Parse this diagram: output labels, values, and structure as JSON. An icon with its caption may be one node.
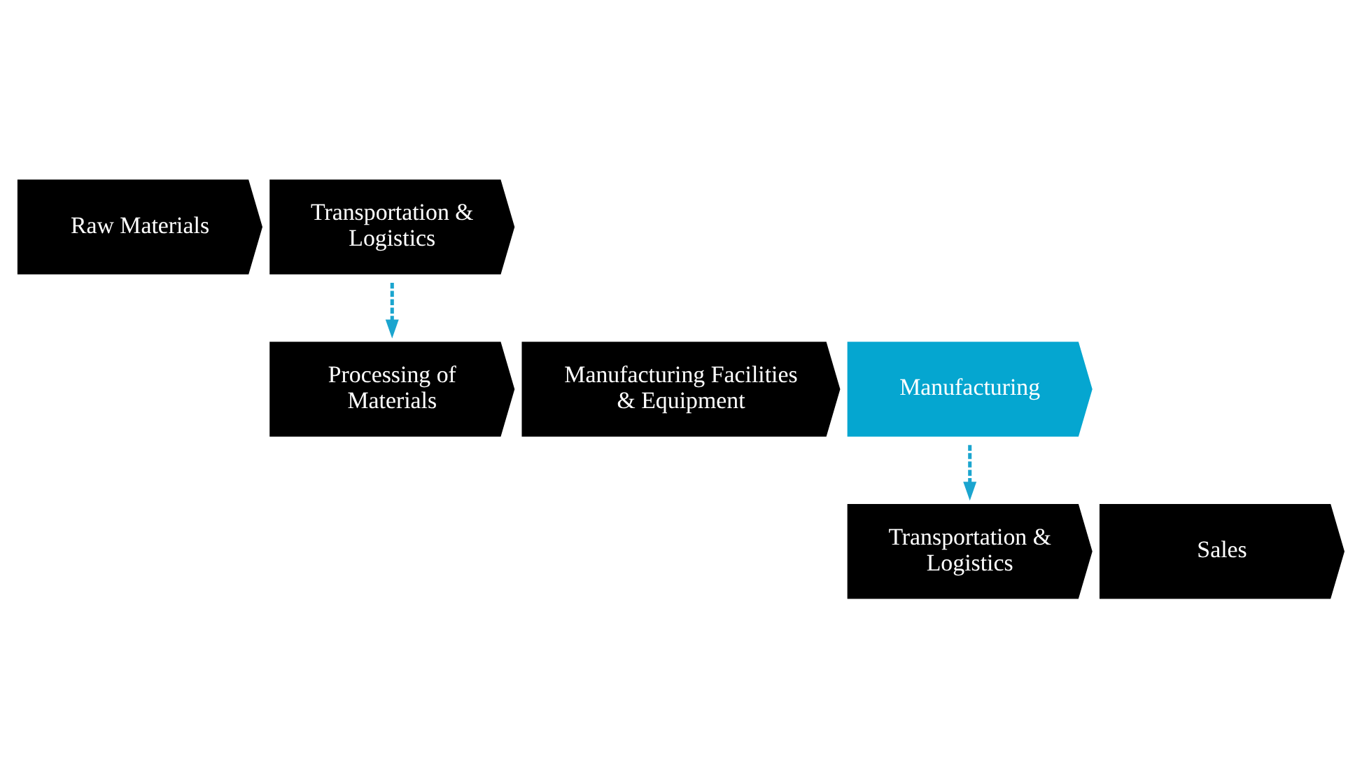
{
  "diagram": {
    "nodes": [
      {
        "text": [
          "Raw Materials"
        ]
      },
      {
        "text": [
          "Transportation & Logistics"
        ]
      },
      {
        "text": [
          "Processing of Materials"
        ]
      },
      {
        "text": [
          "Manufacturing Facilities & Equipment"
        ]
      },
      {
        "text": [
          "Manufacturing"
        ]
      },
      {
        "text": [
          "Transportation & Logistics"
        ]
      },
      {
        "text": [
          "Sales"
        ]
      }
    ],
    "edges": [
      {
        "from": 1,
        "to": 2,
        "arrow": "to",
        "style": "dashed",
        "color": "#1ba5cf"
      },
      {
        "from": 4,
        "to": 5,
        "arrow": "to",
        "style": "dashed",
        "color": "#1ba5cf"
      }
    ]
  }
}
